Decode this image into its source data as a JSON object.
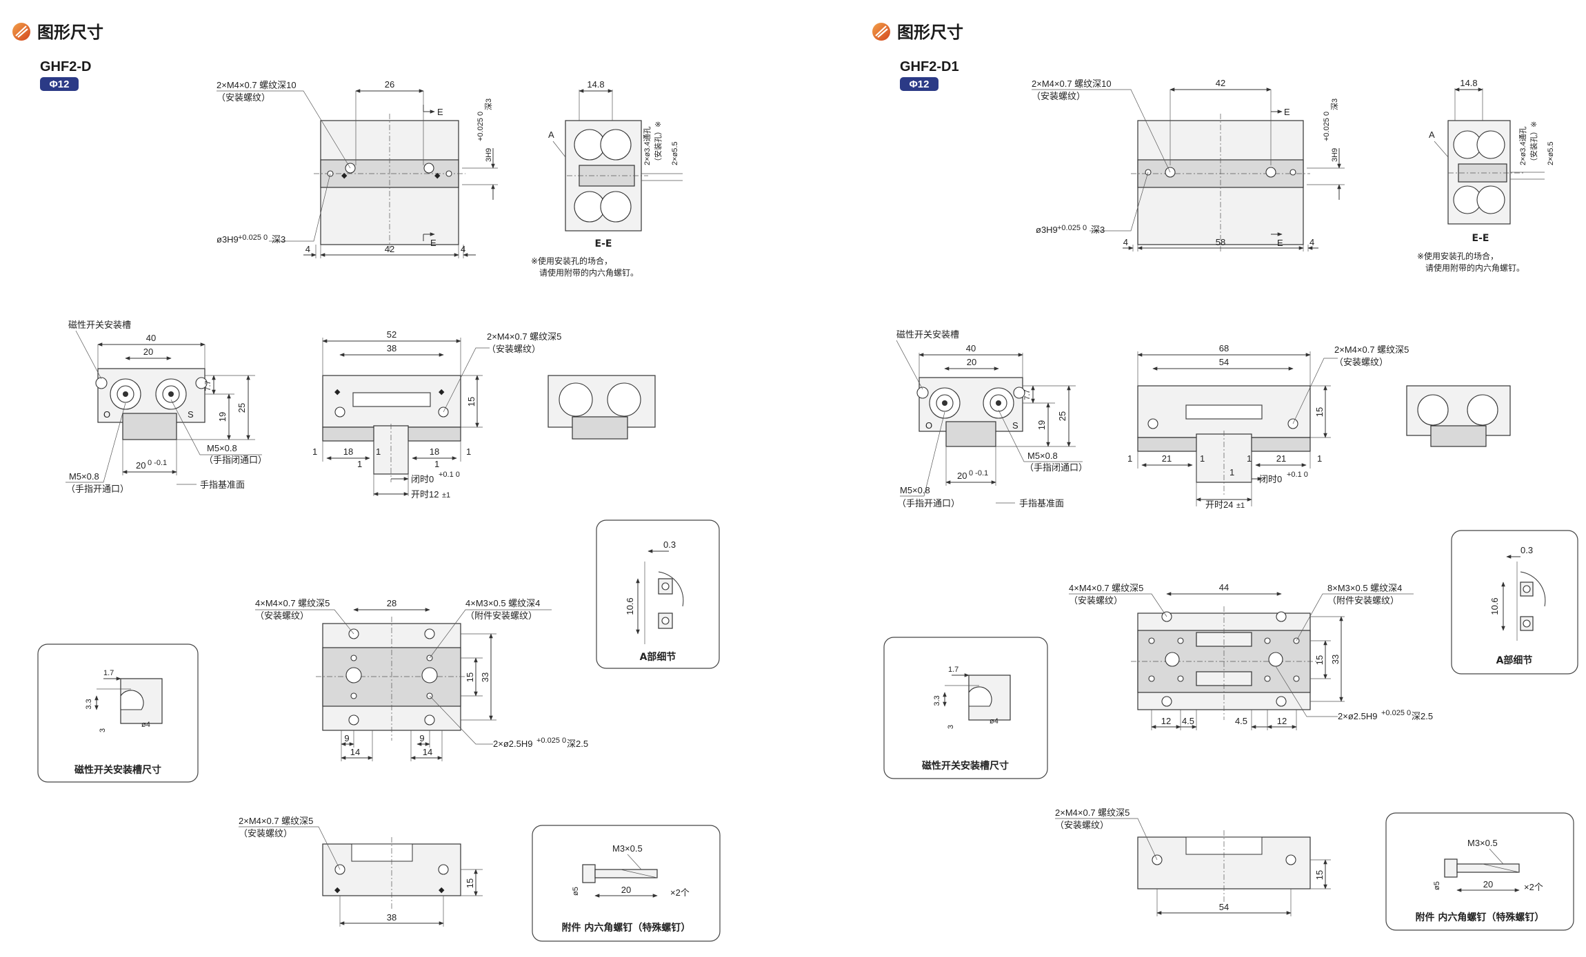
{
  "section_title": "图形尺寸",
  "left": {
    "model": "GHF2-D",
    "bore": "Φ12",
    "top_view": {
      "callout_thread": "2×M4×0.7 螺纹深10",
      "callout_thread_sub": "（安装螺纹）",
      "dim_width": "26",
      "section_mark": "E",
      "hole_fit": "3H9",
      "hole_tol": "+0.025 0",
      "hole_depth": "深3",
      "pin_hole": "ø3H9",
      "pin_hole_tol": "+0.025 0",
      "pin_hole_depth": "深3",
      "dim_left": "4",
      "dim_mid": "42",
      "dim_right": "4"
    },
    "section_ee": {
      "label": "E-E",
      "dim_top": "14.8",
      "point_a": "A",
      "hole_callout": "2×ø3.4通孔",
      "hole_callout_sub": "（安装孔）※",
      "hole_dia": "2×ø5.5",
      "note_line1": "※使用安装孔的场合，",
      "note_line2": "请使用附带的内六角螺钉。"
    },
    "end_view": {
      "slot_label": "磁性开关安装槽",
      "dim_40": "40",
      "dim_20": "20",
      "dim_77": "7.7",
      "dim_19": "19",
      "dim_25": "25",
      "port_o": "O",
      "port_s": "S",
      "port_close": "M5×0.8",
      "port_close_sub": "（手指闭通口）",
      "port_open": "M5×0.8",
      "port_open_sub": "（手指开通口）",
      "dim_bottom": "20",
      "dim_bottom_tol": "0 -0.1",
      "ref_face": "手指基准面"
    },
    "front_view": {
      "dim_overall": "52",
      "dim_inner": "38",
      "callout": "2×M4×0.7 螺纹深5",
      "callout_sub": "（安装螺纹）",
      "dim_height": "15",
      "dim_1a": "1",
      "dim_18a": "18",
      "dim_18b": "18",
      "dim_1b": "1",
      "dim_1c": "1",
      "dim_1d": "1",
      "dim_1e": "1",
      "closed": "闭时0",
      "closed_tol": "+0.1 0",
      "open": "开时12",
      "open_tol": "±1"
    },
    "detail_a": {
      "caption": "A部细节",
      "dim_03": "0.3",
      "dim_106": "10.6"
    },
    "bottom_view": {
      "callout_l": "4×M4×0.7 螺纹深5",
      "callout_l_sub": "（安装螺纹）",
      "dim_28": "28",
      "callout_r": "4×M3×0.5 螺纹深4",
      "callout_r_sub": "（附件安装螺纹）",
      "dim_15": "15",
      "dim_33": "33",
      "pin": "2×ø2.5H9",
      "pin_tol": "+0.025 0",
      "pin_depth": "深2.5",
      "dim_9a": "9",
      "dim_9b": "9",
      "dim_14a": "14",
      "dim_14b": "14"
    },
    "slot_detail": {
      "caption": "磁性开关安装槽尺寸",
      "dim_17": "1.7",
      "dim_33": "3.3",
      "dim_3": "3",
      "dim_r": "ø4"
    },
    "side_view": {
      "callout": "2×M4×0.7 螺纹深5",
      "callout_sub": "（安装螺纹）",
      "dim_15": "15",
      "dim_38": "38"
    },
    "accessory": {
      "caption": "附件 内六角螺钉（特殊螺钉）",
      "thread": "M3×0.5",
      "dia": "ø5",
      "len": "20",
      "qty": "×2个"
    }
  },
  "right": {
    "model": "GHF2-D1",
    "bore": "Φ12",
    "top_view": {
      "callout_thread": "2×M4×0.7 螺纹深10",
      "callout_thread_sub": "（安装螺纹）",
      "dim_width": "42",
      "section_mark": "E",
      "hole_fit": "3H9",
      "hole_tol": "+0.025 0",
      "hole_depth": "深3",
      "pin_hole": "ø3H9",
      "pin_hole_tol": "+0.025 0",
      "pin_hole_depth": "深3",
      "dim_left": "4",
      "dim_mid": "58",
      "dim_right": "4"
    },
    "section_ee": {
      "label": "E-E",
      "dim_top": "14.8",
      "point_a": "A",
      "hole_callout": "2×ø3.4通孔",
      "hole_callout_sub": "（安装孔）※",
      "hole_dia": "2×ø5.5",
      "note_line1": "※使用安装孔的场合，",
      "note_line2": "请使用附带的内六角螺钉。"
    },
    "end_view": {
      "slot_label": "磁性开关安装槽",
      "dim_40": "40",
      "dim_20": "20",
      "dim_77": "7.7",
      "dim_19": "19",
      "dim_25": "25",
      "port_o": "O",
      "port_s": "S",
      "port_close": "M5×0.8",
      "port_close_sub": "（手指闭通口）",
      "port_open": "M5×0.8",
      "port_open_sub": "（手指开通口）",
      "dim_bottom": "20",
      "dim_bottom_tol": "0 -0.1",
      "ref_face": "手指基准面"
    },
    "front_view": {
      "dim_overall": "68",
      "dim_inner": "54",
      "callout": "2×M4×0.7 螺纹深5",
      "callout_sub": "（安装螺纹）",
      "dim_height": "15",
      "dim_1a": "1",
      "dim_21a": "21",
      "dim_21b": "21",
      "dim_1b": "1",
      "dim_1c": "1",
      "dim_1d": "1",
      "dim_1e": "1",
      "closed": "闭时0",
      "closed_tol": "+0.1 0",
      "open": "开时24",
      "open_tol": "±1"
    },
    "detail_a": {
      "caption": "A部细节",
      "dim_03": "0.3",
      "dim_106": "10.6"
    },
    "bottom_view": {
      "callout_l": "4×M4×0.7 螺纹深5",
      "callout_l_sub": "（安装螺纹）",
      "dim_44": "44",
      "callout_r": "8×M3×0.5 螺纹深4",
      "callout_r_sub": "（附件安装螺纹）",
      "dim_15": "15",
      "dim_33": "33",
      "pin": "2×ø2.5H9",
      "pin_tol": "+0.025 0",
      "pin_depth": "深2.5",
      "dim_12a": "12",
      "dim_45a": "4.5",
      "dim_45b": "4.5",
      "dim_12b": "12"
    },
    "slot_detail": {
      "caption": "磁性开关安装槽尺寸",
      "dim_17": "1.7",
      "dim_33": "3.3",
      "dim_3": "3",
      "dim_r": "ø4"
    },
    "side_view": {
      "callout": "2×M4×0.7 螺纹深5",
      "callout_sub": "（安装螺纹）",
      "dim_15": "15",
      "dim_54": "54"
    },
    "accessory": {
      "caption": "附件 内六角螺钉（特殊螺钉）",
      "thread": "M3×0.5",
      "dia": "ø5",
      "len": "20",
      "qty": "×2个"
    }
  }
}
